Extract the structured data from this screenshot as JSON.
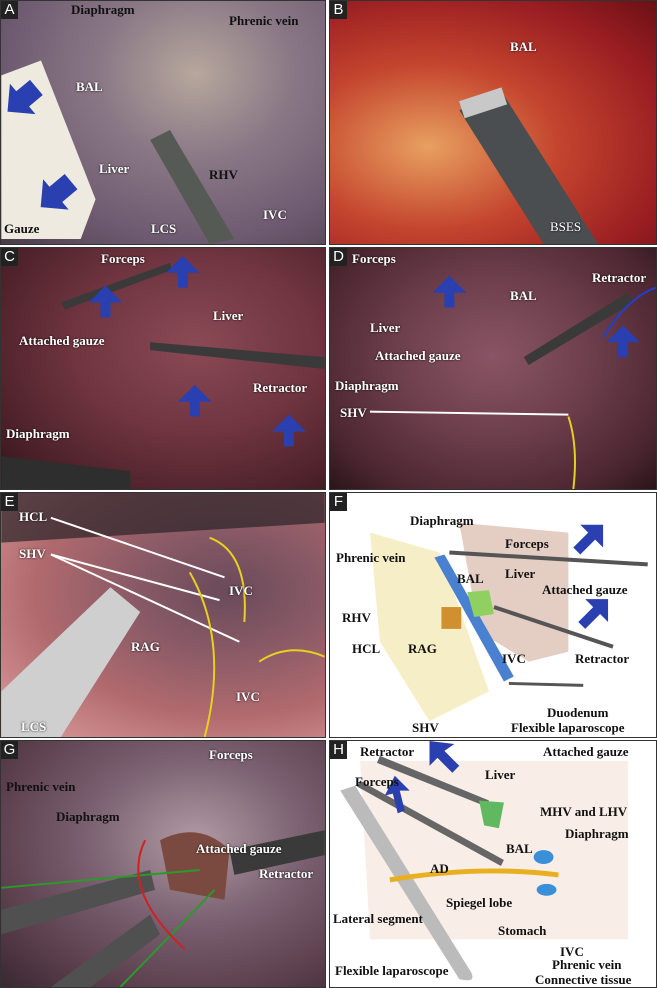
{
  "panels": {
    "A": {
      "letter": "A",
      "labels": [
        "Diaphragm",
        "Phrenic vein",
        "BAL",
        "Liver",
        "RHV",
        "IVC",
        "LCS",
        "Gauze"
      ]
    },
    "B": {
      "letter": "B",
      "labels": [
        "BAL",
        "BSES"
      ]
    },
    "C": {
      "letter": "C",
      "labels": [
        "Forceps",
        "Liver",
        "Attached gauze",
        "Retractor",
        "Diaphragm"
      ]
    },
    "D": {
      "letter": "D",
      "labels": [
        "Forceps",
        "Retractor",
        "BAL",
        "Liver",
        "Attached gauze",
        "Diaphragm",
        "SHV"
      ]
    },
    "E": {
      "letter": "E",
      "labels": [
        "HCL",
        "SHV",
        "IVC",
        "RAG",
        "IVC",
        "LCS"
      ]
    },
    "F": {
      "letter": "F",
      "labels": [
        "Diaphragm",
        "Forceps",
        "Phrenic vein",
        "BAL",
        "Liver",
        "Attached gauze",
        "RHV",
        "HCL",
        "RAG",
        "IVC",
        "Retractor",
        "Duodenum",
        "SHV",
        "Flexible laparoscope"
      ]
    },
    "G": {
      "letter": "G",
      "labels": [
        "Forceps",
        "Phrenic vein",
        "Diaphragm",
        "Attached gauze",
        "Retractor"
      ]
    },
    "H": {
      "letter": "H",
      "labels": [
        "Retractor",
        "Attached gauze",
        "Liver",
        "Forceps",
        "MHV and LHV",
        "Diaphragm",
        "BAL",
        "AD",
        "Spiegel lobe",
        "Lateral segment",
        "Stomach",
        "IVC",
        "Phrenic vein",
        "Flexible laparoscope",
        "Connective tissue"
      ]
    }
  },
  "colors": {
    "arrow": "#2a3fb0",
    "line_yellow": "#e8d020",
    "line_green": "#2a9a2a",
    "line_red": "#d02020"
  }
}
